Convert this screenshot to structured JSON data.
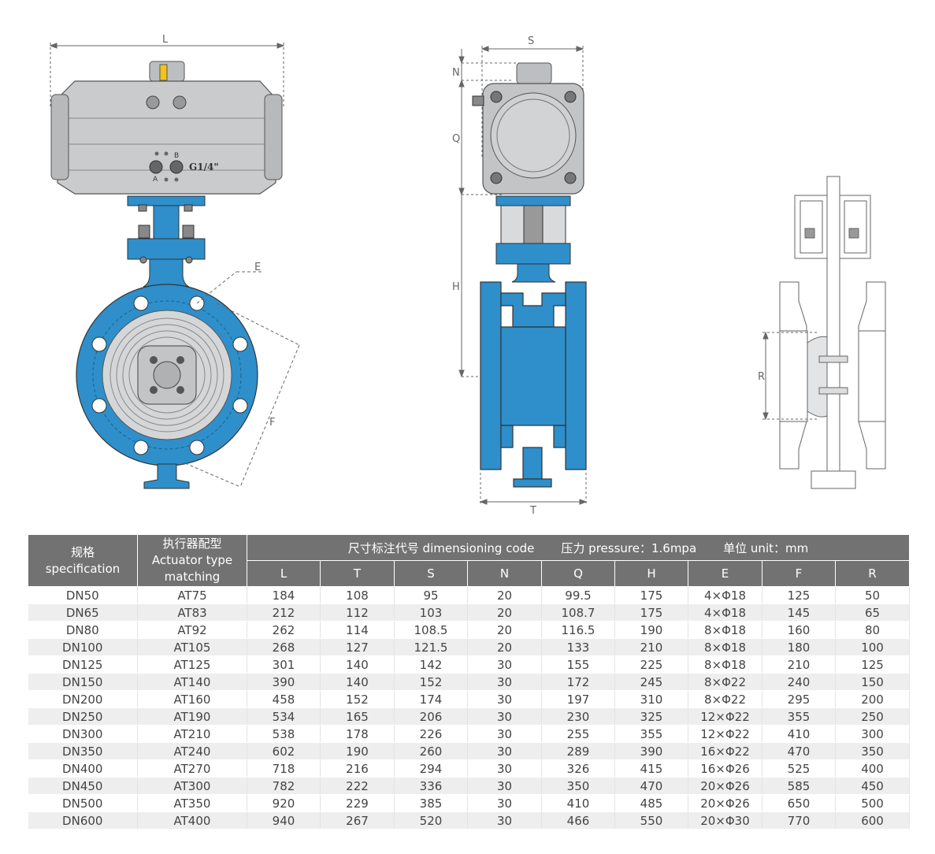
{
  "drawing": {
    "front_view": {
      "dim_l": "L",
      "dim_e": "E",
      "dim_f": "F",
      "port_b": "B",
      "port_a": "A",
      "port_size": "G1/4\""
    },
    "side_view": {
      "dim_s": "S",
      "dim_n": "N",
      "dim_q": "Q",
      "dim_h": "H",
      "dim_t": "T"
    },
    "section_view": {
      "dim_r": "R"
    },
    "colors": {
      "valve_body": "#2e8fcb",
      "actuator": "#c8c9cb",
      "outline": "#555555",
      "indicator": "#f2c41a"
    }
  },
  "table": {
    "header": {
      "spec_cn": "规格",
      "spec_en": "specification",
      "actuator_cn": "执行器配型",
      "actuator_en_1": "Actuator type",
      "actuator_en_2": "matching",
      "dimension_code": "尺寸标注代号 dimensioning code",
      "pressure": "压力 pressure：1.6mpa",
      "unit": "单位 unit：mm"
    },
    "columns": [
      "L",
      "T",
      "S",
      "N",
      "Q",
      "H",
      "E",
      "F",
      "R"
    ],
    "rows": [
      [
        "DN50",
        "AT75",
        "184",
        "108",
        "95",
        "20",
        "99.5",
        "175",
        "4×Φ18",
        "125",
        "50"
      ],
      [
        "DN65",
        "AT83",
        "212",
        "112",
        "103",
        "20",
        "108.7",
        "175",
        "4×Φ18",
        "145",
        "65"
      ],
      [
        "DN80",
        "AT92",
        "262",
        "114",
        "108.5",
        "20",
        "116.5",
        "190",
        "8×Φ18",
        "160",
        "80"
      ],
      [
        "DN100",
        "AT105",
        "268",
        "127",
        "121.5",
        "20",
        "133",
        "210",
        "8×Φ18",
        "180",
        "100"
      ],
      [
        "DN125",
        "AT125",
        "301",
        "140",
        "142",
        "30",
        "155",
        "225",
        "8×Φ18",
        "210",
        "125"
      ],
      [
        "DN150",
        "AT140",
        "390",
        "140",
        "152",
        "30",
        "172",
        "245",
        "8×Φ22",
        "240",
        "150"
      ],
      [
        "DN200",
        "AT160",
        "458",
        "152",
        "174",
        "30",
        "197",
        "310",
        "8×Φ22",
        "295",
        "200"
      ],
      [
        "DN250",
        "AT190",
        "534",
        "165",
        "206",
        "30",
        "230",
        "325",
        "12×Φ22",
        "355",
        "250"
      ],
      [
        "DN300",
        "AT210",
        "538",
        "178",
        "226",
        "30",
        "255",
        "355",
        "12×Φ22",
        "410",
        "300"
      ],
      [
        "DN350",
        "AT240",
        "602",
        "190",
        "260",
        "30",
        "289",
        "390",
        "16×Φ22",
        "470",
        "350"
      ],
      [
        "DN400",
        "AT270",
        "718",
        "216",
        "294",
        "30",
        "326",
        "415",
        "16×Φ26",
        "525",
        "400"
      ],
      [
        "DN450",
        "AT300",
        "782",
        "222",
        "336",
        "30",
        "350",
        "470",
        "20×Φ26",
        "585",
        "450"
      ],
      [
        "DN500",
        "AT350",
        "920",
        "229",
        "385",
        "30",
        "410",
        "485",
        "20×Φ26",
        "650",
        "500"
      ],
      [
        "DN600",
        "AT400",
        "940",
        "267",
        "520",
        "30",
        "466",
        "550",
        "20×Φ30",
        "770",
        "600"
      ]
    ]
  }
}
